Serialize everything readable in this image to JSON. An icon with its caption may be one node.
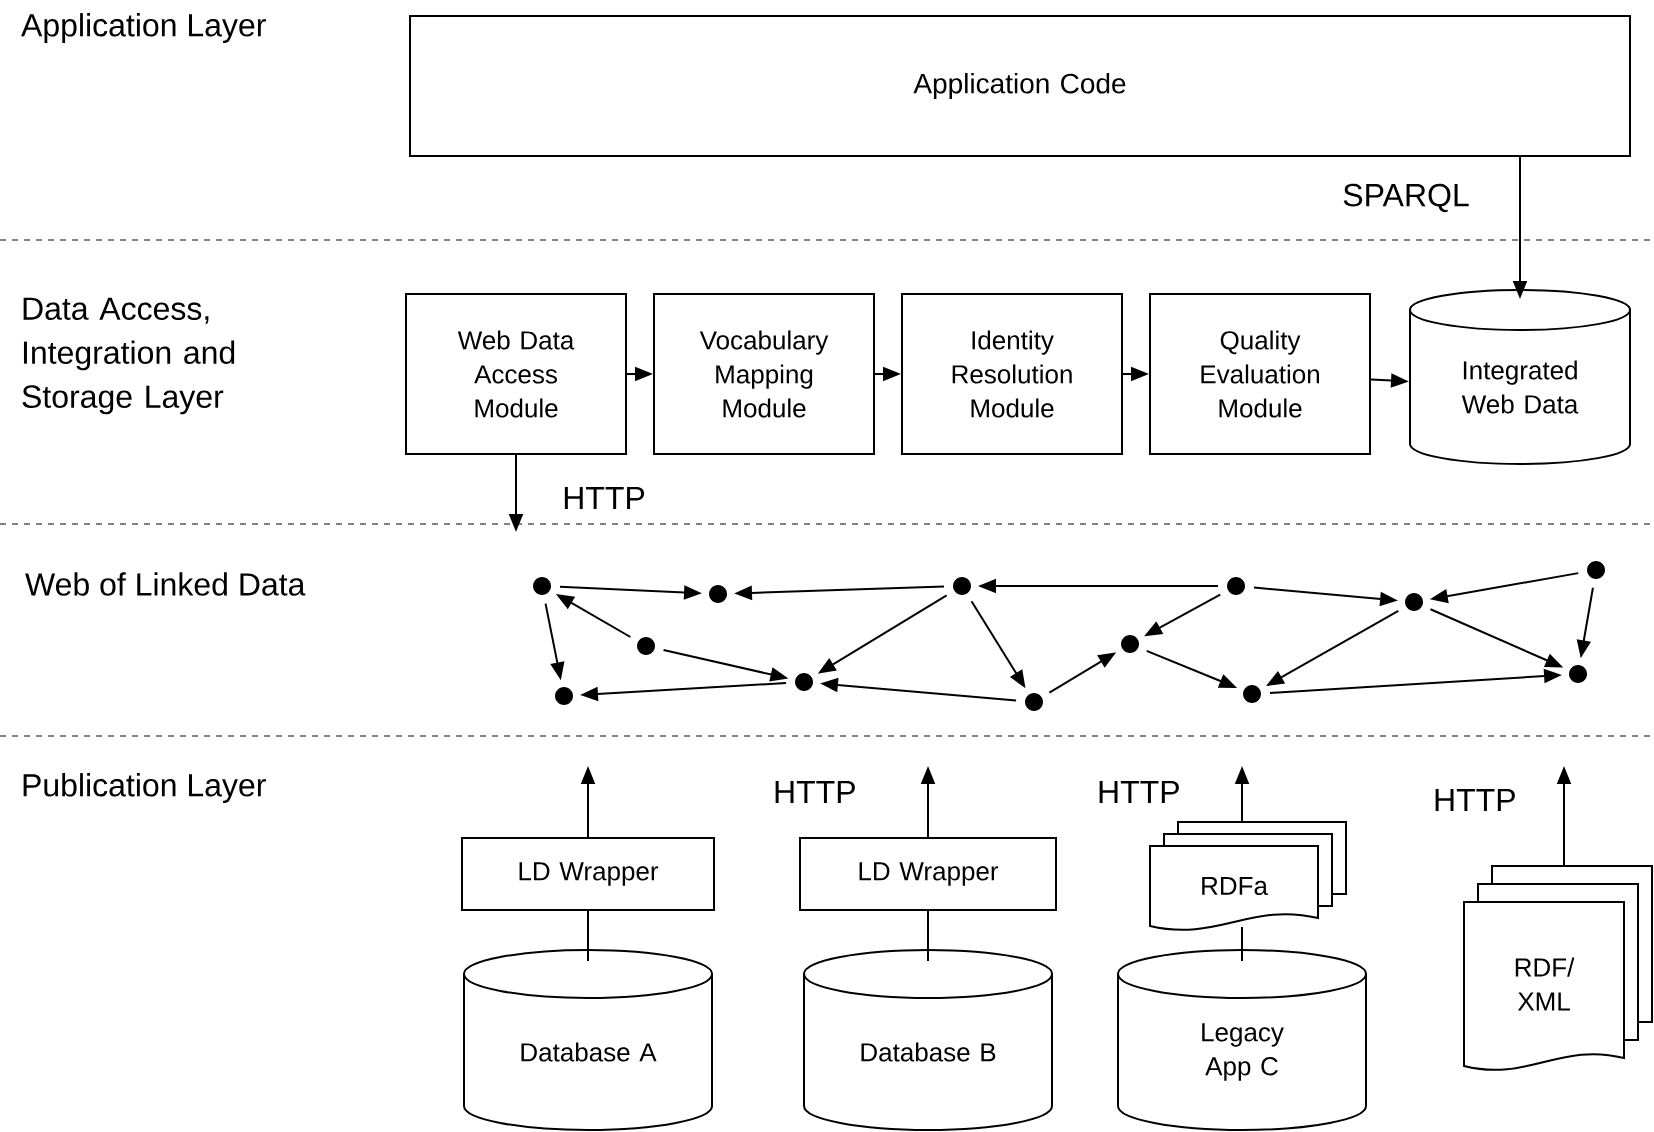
{
  "diagram": {
    "nodes": [
      {
        "text": [
          "Application Code"
        ]
      },
      {
        "text": [
          "Web Data Access Module"
        ]
      },
      {
        "text": [
          "Vocabulary Mapping Module"
        ]
      },
      {
        "text": [
          "Identity Resolution Module"
        ]
      },
      {
        "text": [
          "Quality Evaluation Module"
        ]
      },
      {
        "text": [
          "Integrated Web Data"
        ]
      },
      {
        "text": [],
        "shape": "circle"
      },
      {
        "text": [],
        "shape": "circle"
      },
      {
        "text": [],
        "shape": "circle"
      },
      {
        "text": [],
        "shape": "circle"
      },
      {
        "text": [],
        "shape": "circle"
      },
      {
        "text": [],
        "shape": "circle"
      },
      {
        "text": [],
        "shape": "circle"
      },
      {
        "text": [],
        "shape": "circle"
      },
      {
        "text": [],
        "shape": "circle"
      },
      {
        "text": [],
        "shape": "circle"
      },
      {
        "text": [],
        "shape": "circle"
      },
      {
        "text": [],
        "shape": "circle"
      },
      {
        "text": [],
        "shape": "circle"
      },
      {
        "text": [
          "LD Wrapper"
        ]
      },
      {
        "text": [
          "LD Wrapper"
        ]
      },
      {
        "text": [
          "RDFa"
        ]
      },
      {
        "text": [
          "Database A"
        ]
      },
      {
        "text": [
          "Database B"
        ]
      },
      {
        "text": [
          "Legacy App C"
        ]
      },
      {
        "text": [
          "RDF/ XML"
        ]
      }
    ],
    "edges": [
      {
        "from": 0,
        "to": 5,
        "arrow": "to",
        "label": "SPARQL"
      },
      {
        "from": 1,
        "to": 2,
        "arrow": "to"
      },
      {
        "from": 2,
        "to": 3,
        "arrow": "to"
      },
      {
        "from": 3,
        "to": 4,
        "arrow": "to"
      },
      {
        "from": 4,
        "to": 5,
        "arrow": "to"
      },
      {
        "from": 1,
        "to": null,
        "arrow": "to",
        "label": "HTTP"
      },
      {
        "from": 6,
        "to": 9,
        "arrow": "to"
      },
      {
        "from": 11,
        "to": 9,
        "arrow": "to"
      },
      {
        "from": 14,
        "to": 11,
        "arrow": "to"
      },
      {
        "from": 6,
        "to": 7,
        "arrow": "to"
      },
      {
        "from": 8,
        "to": 6,
        "arrow": "to"
      },
      {
        "from": 8,
        "to": 10,
        "arrow": "to"
      },
      {
        "from": 11,
        "to": 10,
        "arrow": "to"
      },
      {
        "from": 11,
        "to": 12,
        "arrow": "to"
      },
      {
        "from": 10,
        "to": 7,
        "arrow": "to"
      },
      {
        "from": 12,
        "to": 10,
        "arrow": "to"
      },
      {
        "from": 12,
        "to": 13,
        "arrow": "to"
      },
      {
        "from": 14,
        "to": 13,
        "arrow": "to"
      },
      {
        "from": 13,
        "to": 15,
        "arrow": "to"
      },
      {
        "from": 14,
        "to": 16,
        "arrow": "to"
      },
      {
        "from": 18,
        "to": 16,
        "arrow": "to"
      },
      {
        "from": 16,
        "to": 15,
        "arrow": "to"
      },
      {
        "from": 16,
        "to": 17,
        "arrow": "to"
      },
      {
        "from": 18,
        "to": 17,
        "arrow": "to"
      },
      {
        "from": 15,
        "to": 17,
        "arrow": "to"
      },
      {
        "from": 22,
        "to": 19,
        "arrow": "none"
      },
      {
        "from": 19,
        "to": null,
        "arrow": "to"
      },
      {
        "from": 23,
        "to": 20,
        "arrow": "none"
      },
      {
        "from": 20,
        "to": null,
        "arrow": "to"
      },
      {
        "from": 24,
        "to": 21,
        "arrow": "none"
      },
      {
        "from": 21,
        "to": null,
        "arrow": "to"
      },
      {
        "from": 25,
        "to": null,
        "arrow": "to"
      }
    ],
    "labels": [
      "Application Layer",
      "Data Access, Integration and Storage Layer",
      "Web of Linked Data",
      "Publication Layer",
      "HTTP",
      "HTTP",
      "HTTP"
    ]
  }
}
